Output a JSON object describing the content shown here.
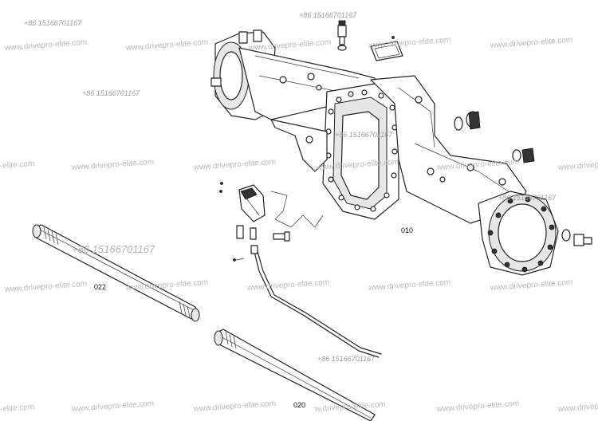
{
  "watermarks": {
    "phone": "+86 15166701167",
    "site": "www.drivepro-elite.com",
    "site_clipped": "w.drivepro-elite.com",
    "site_clipped_short": "-elite.com",
    "site_clipped_w": "www.drivepro-elite.c",
    "site_overlap": "w.drivepro-elite.com"
  },
  "part_labels": {
    "housing": "010",
    "shaft_upper": "022",
    "shaft_lower": "020"
  }
}
